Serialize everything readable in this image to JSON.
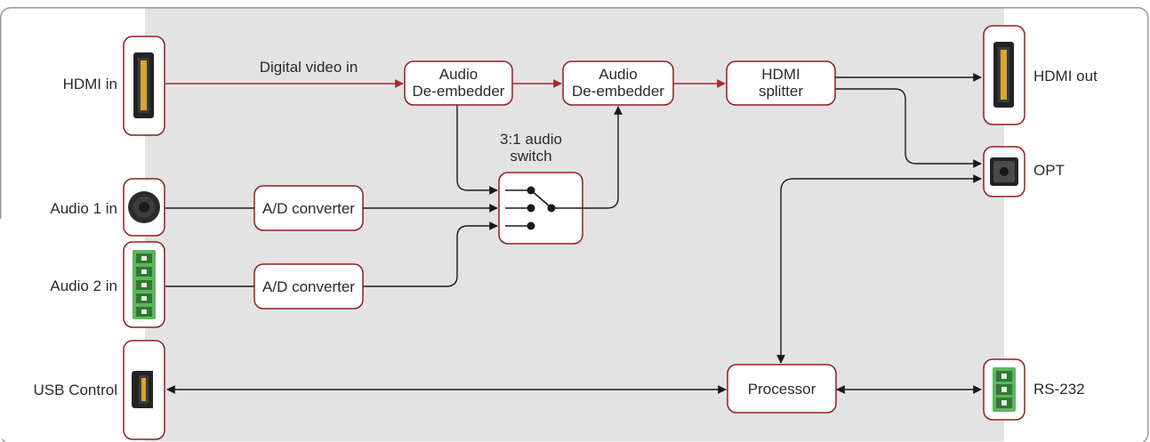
{
  "ports": {
    "hdmi_in": "HDMI in",
    "audio1_in": "Audio 1 in",
    "audio2_in": "Audio 2 in",
    "usb_control": "USB Control",
    "hdmi_out": "HDMI out",
    "opt": "OPT",
    "rs232": "RS-232"
  },
  "blocks": {
    "deembedder1": [
      "Audio",
      "De-embedder"
    ],
    "deembedder2": [
      "Audio",
      "De-embedder"
    ],
    "hdmi_splitter": [
      "HDMI",
      "splitter"
    ],
    "adc1": "A/D converter",
    "adc2": "A/D converter",
    "processor": "Processor"
  },
  "annotations": {
    "digital_video_in": "Digital video in",
    "audio_switch": [
      "3:1 audio",
      "switch"
    ]
  },
  "icons": {
    "hdmi": "hdmi-connector-icon",
    "audio_jack": "3.5mm-jack-icon",
    "phoenix": "phoenix-terminal-icon",
    "usb": "usb-mini-b-icon",
    "optical": "toslink-optical-icon",
    "switch": "switch-3-to-1-icon"
  },
  "colors": {
    "accent": "#8f1d22",
    "signal_video": "#a32a2f",
    "signal_other": "#1a1a1a",
    "panel": "#e3e3e3",
    "terminal": "#5fb55f"
  }
}
